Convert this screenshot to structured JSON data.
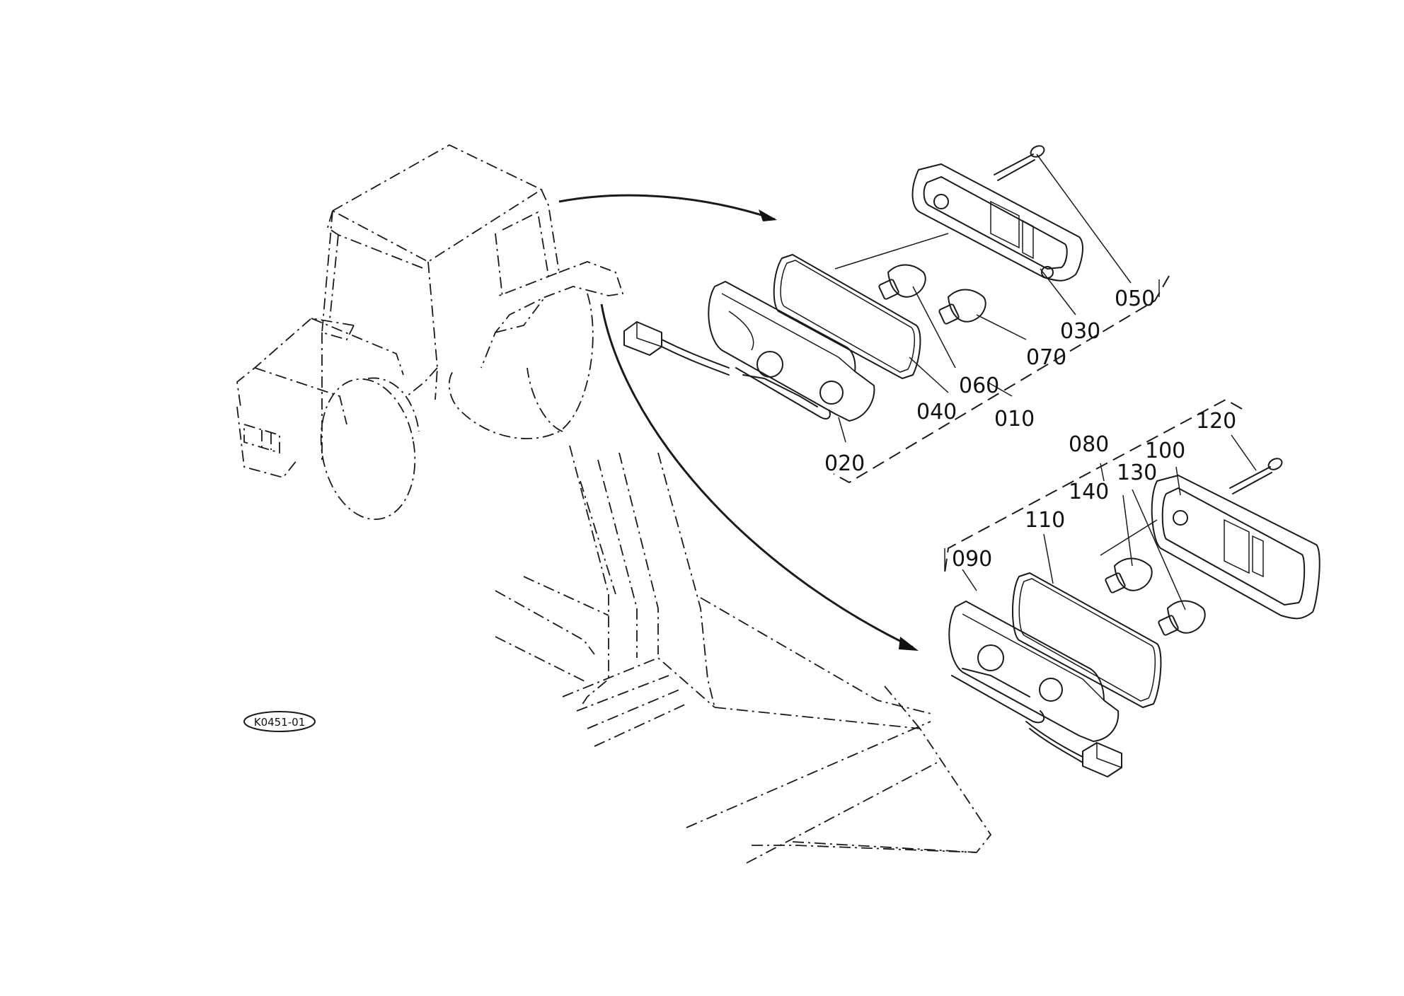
{
  "diagram": {
    "drawing_code": "K0451-01",
    "colors": {
      "line": "#1a1a1a",
      "background": "#ffffff"
    },
    "callouts": [
      {
        "id": "c010",
        "label": "010"
      },
      {
        "id": "c020",
        "label": "020"
      },
      {
        "id": "c030",
        "label": "030"
      },
      {
        "id": "c040",
        "label": "040"
      },
      {
        "id": "c050",
        "label": "050"
      },
      {
        "id": "c060",
        "label": "060"
      },
      {
        "id": "c070",
        "label": "070"
      },
      {
        "id": "c080",
        "label": "080"
      },
      {
        "id": "c090",
        "label": "090"
      },
      {
        "id": "c100",
        "label": "100"
      },
      {
        "id": "c110",
        "label": "110"
      },
      {
        "id": "c120",
        "label": "120"
      },
      {
        "id": "c130",
        "label": "130"
      },
      {
        "id": "c140",
        "label": "140"
      }
    ]
  }
}
